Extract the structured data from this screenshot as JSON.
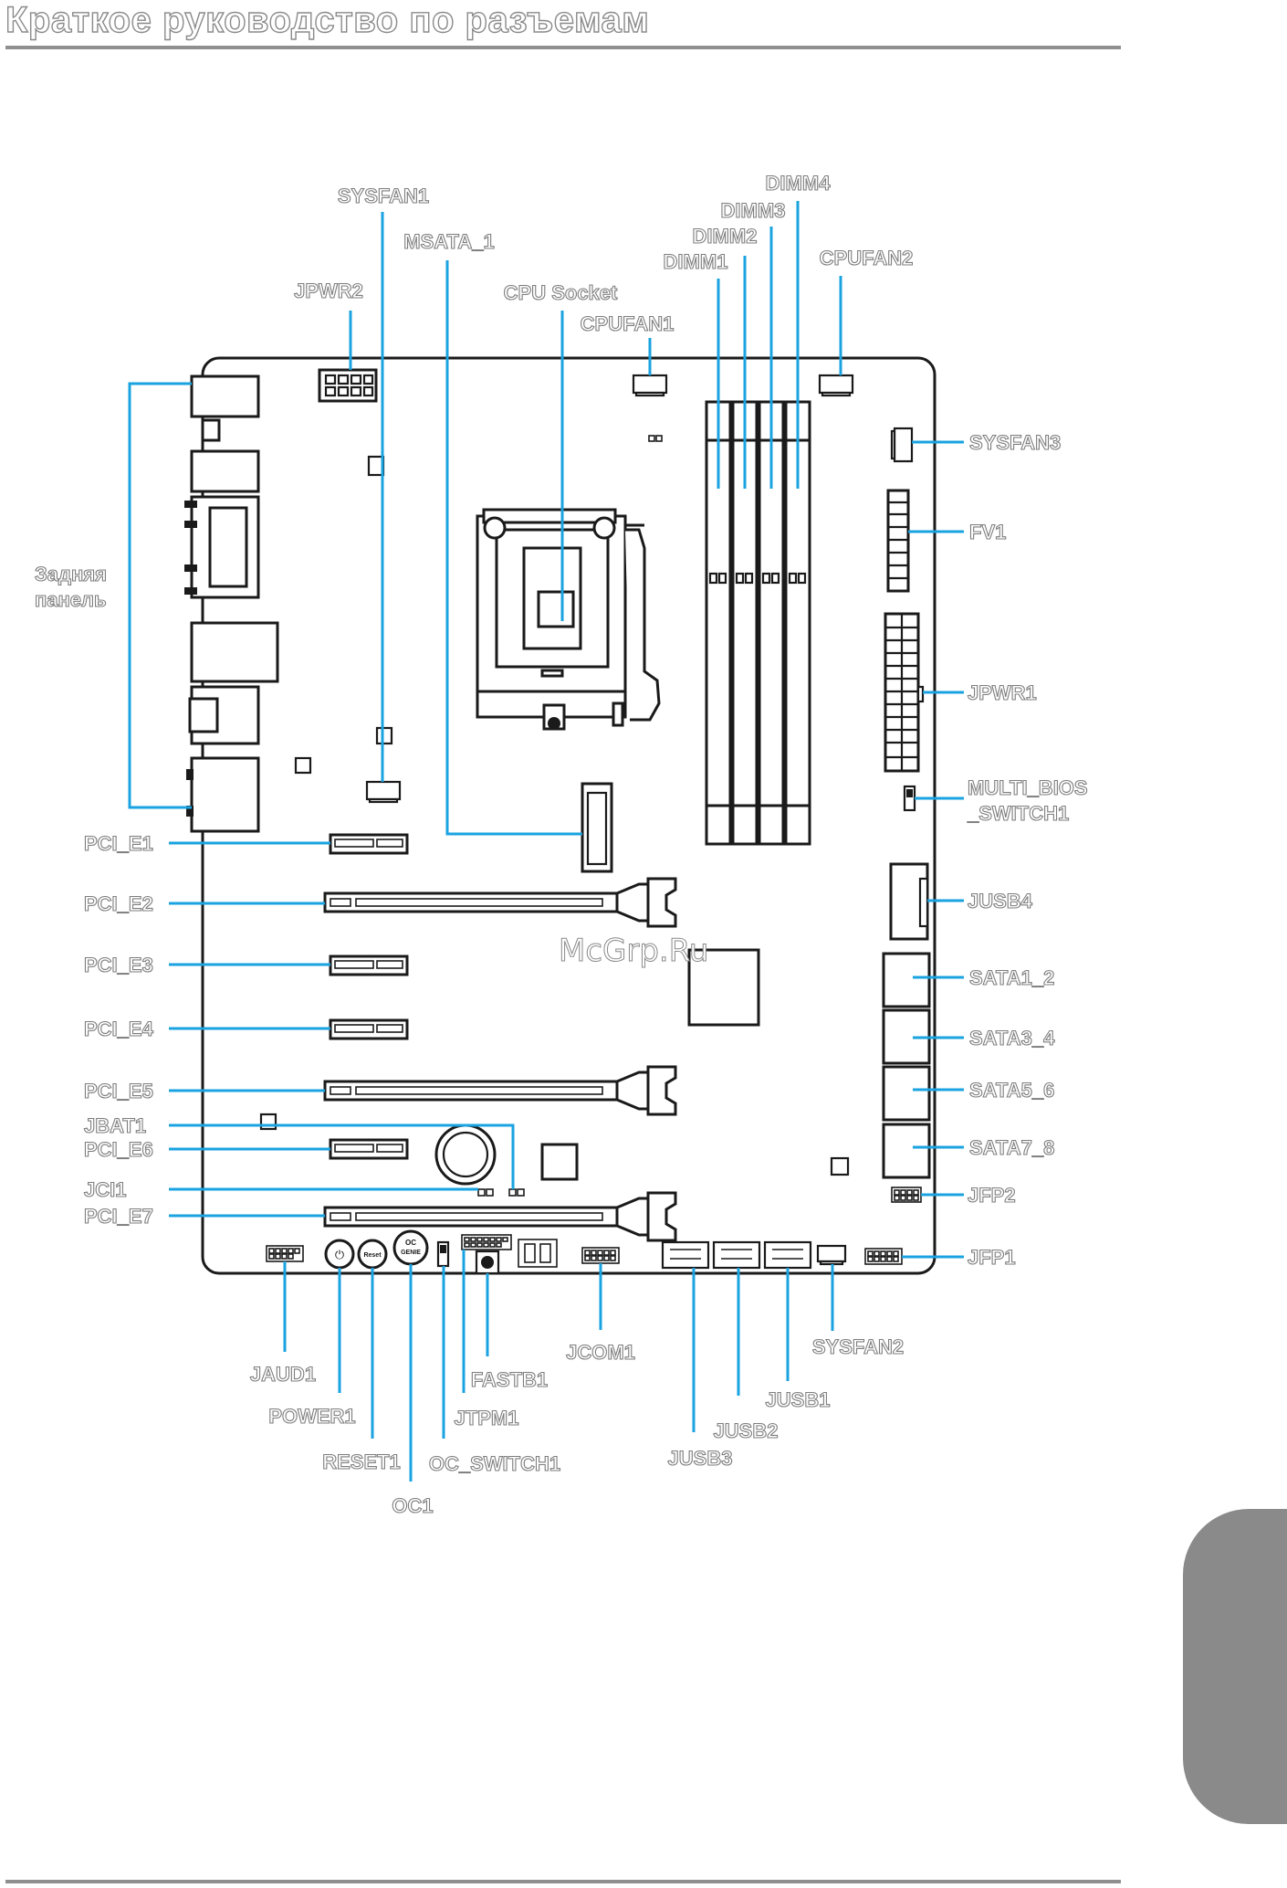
{
  "page": {
    "title": "Краткое руководство по разъемам",
    "watermark": "McGrp.Ru"
  },
  "colors": {
    "leader": "#1aa3e0",
    "outline": "#1a1a1a",
    "label_text": "#7d7d7d",
    "tab": "#8a8a8a"
  },
  "labels": {
    "sysfan1": "SYSFAN1",
    "msata1": "MSATA_1",
    "jpwr2": "JPWR2",
    "cpu_socket": "CPU Socket",
    "cpufan1": "CPUFAN1",
    "dimm1": "DIMM1",
    "dimm2": "DIMM2",
    "dimm3": "DIMM3",
    "dimm4": "DIMM4",
    "cpufan2": "CPUFAN2",
    "sysfan3": "SYSFAN3",
    "fv1": "FV1",
    "jpwr1": "JPWR1",
    "multi_bios_1": "MULTI_BIOS",
    "multi_bios_2": "_SWITCH1",
    "jusb4": "JUSB4",
    "sata1_2": "SATA1_2",
    "sata3_4": "SATA3_4",
    "sata5_6": "SATA5_6",
    "sata7_8": "SATA7_8",
    "jfp2": "JFP2",
    "jfp1": "JFP1",
    "rear_panel_1": "Задняя",
    "rear_panel_2": "панель",
    "pci_e1": "PCI_E1",
    "pci_e2": "PCI_E2",
    "pci_e3": "PCI_E3",
    "pci_e4": "PCI_E4",
    "pci_e5": "PCI_E5",
    "jbat1": "JBAT1",
    "pci_e6": "PCI_E6",
    "jci1": "JCI1",
    "pci_e7": "PCI_E7",
    "jaud1": "JAUD1",
    "power1": "POWER1",
    "reset1": "RESET1",
    "oc1": "OC1",
    "oc_switch1": "OC_SWITCH1",
    "jtpm1": "JTPM1",
    "fastb1": "FASTB1",
    "jcom1": "JCOM1",
    "jusb3": "JUSB3",
    "jusb2": "JUSB2",
    "jusb1": "JUSB1",
    "sysfan2": "SYSFAN2",
    "btn_reset": "Reset",
    "btn_oc_1": "OC",
    "btn_oc_2": "GENIE",
    "btn_power": "⏻"
  }
}
